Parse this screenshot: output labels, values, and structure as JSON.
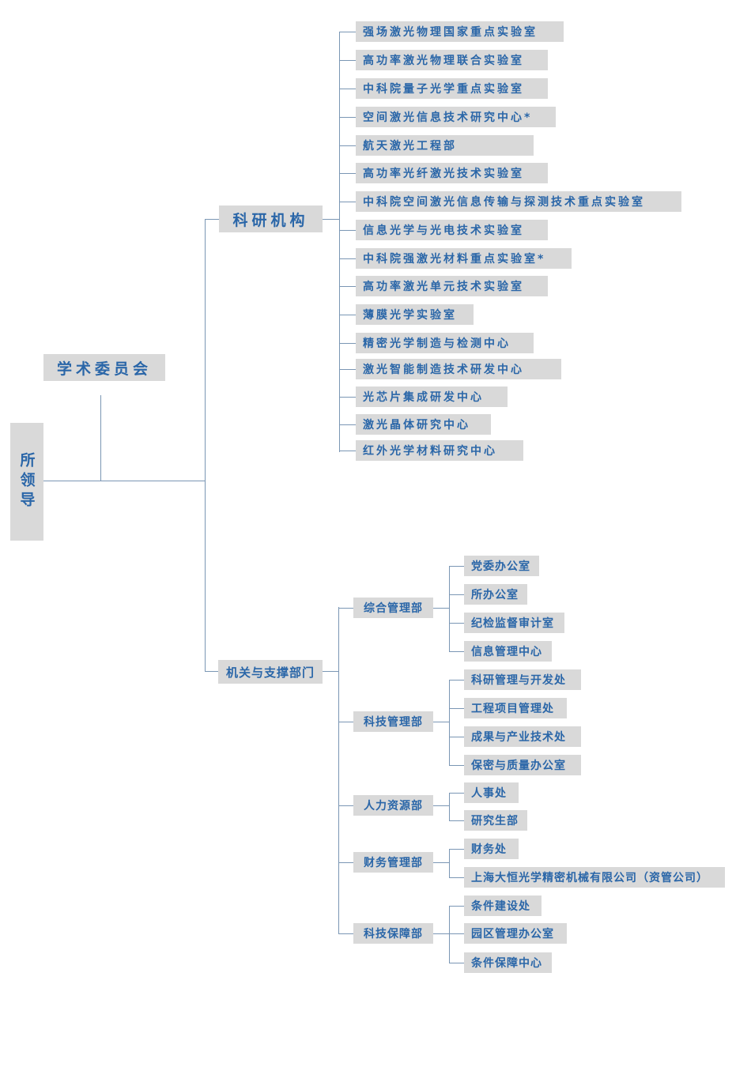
{
  "root": "所领导",
  "committee": "学术委员会",
  "research": {
    "title": "科研机构",
    "items": [
      "强场激光物理国家重点实验室",
      "高功率激光物理联合实验室",
      "中科院量子光学重点实验室",
      "空间激光信息技术研究中心*",
      "航天激光工程部",
      "高功率光纤激光技术实验室",
      "中科院空间激光信息传输与探测技术重点实验室",
      "信息光学与光电技术实验室",
      "中科院强激光材料重点实验室*",
      "高功率激光单元技术实验室",
      "薄膜光学实验室",
      "精密光学制造与检测中心",
      "激光智能制造技术研发中心",
      "光芯片集成研发中心",
      "激光晶体研究中心",
      "红外光学材料研究中心"
    ]
  },
  "admin": {
    "title": "机关与支撑部门",
    "groups": [
      {
        "name": "综合管理部",
        "items": [
          "党委办公室",
          "所办公室",
          "纪检监督审计室",
          "信息管理中心"
        ]
      },
      {
        "name": "科技管理部",
        "items": [
          "科研管理与开发处",
          "工程项目管理处",
          "成果与产业技术处",
          "保密与质量办公室"
        ]
      },
      {
        "name": "人力资源部",
        "items": [
          "人事处",
          "研究生部"
        ]
      },
      {
        "name": "财务管理部",
        "items": [
          "财务处",
          "上海大恒光学精密机械有限公司（资管公司）"
        ]
      },
      {
        "name": "科技保障部",
        "items": [
          "条件建设处",
          "园区管理办公室",
          "条件保障中心"
        ]
      }
    ]
  }
}
